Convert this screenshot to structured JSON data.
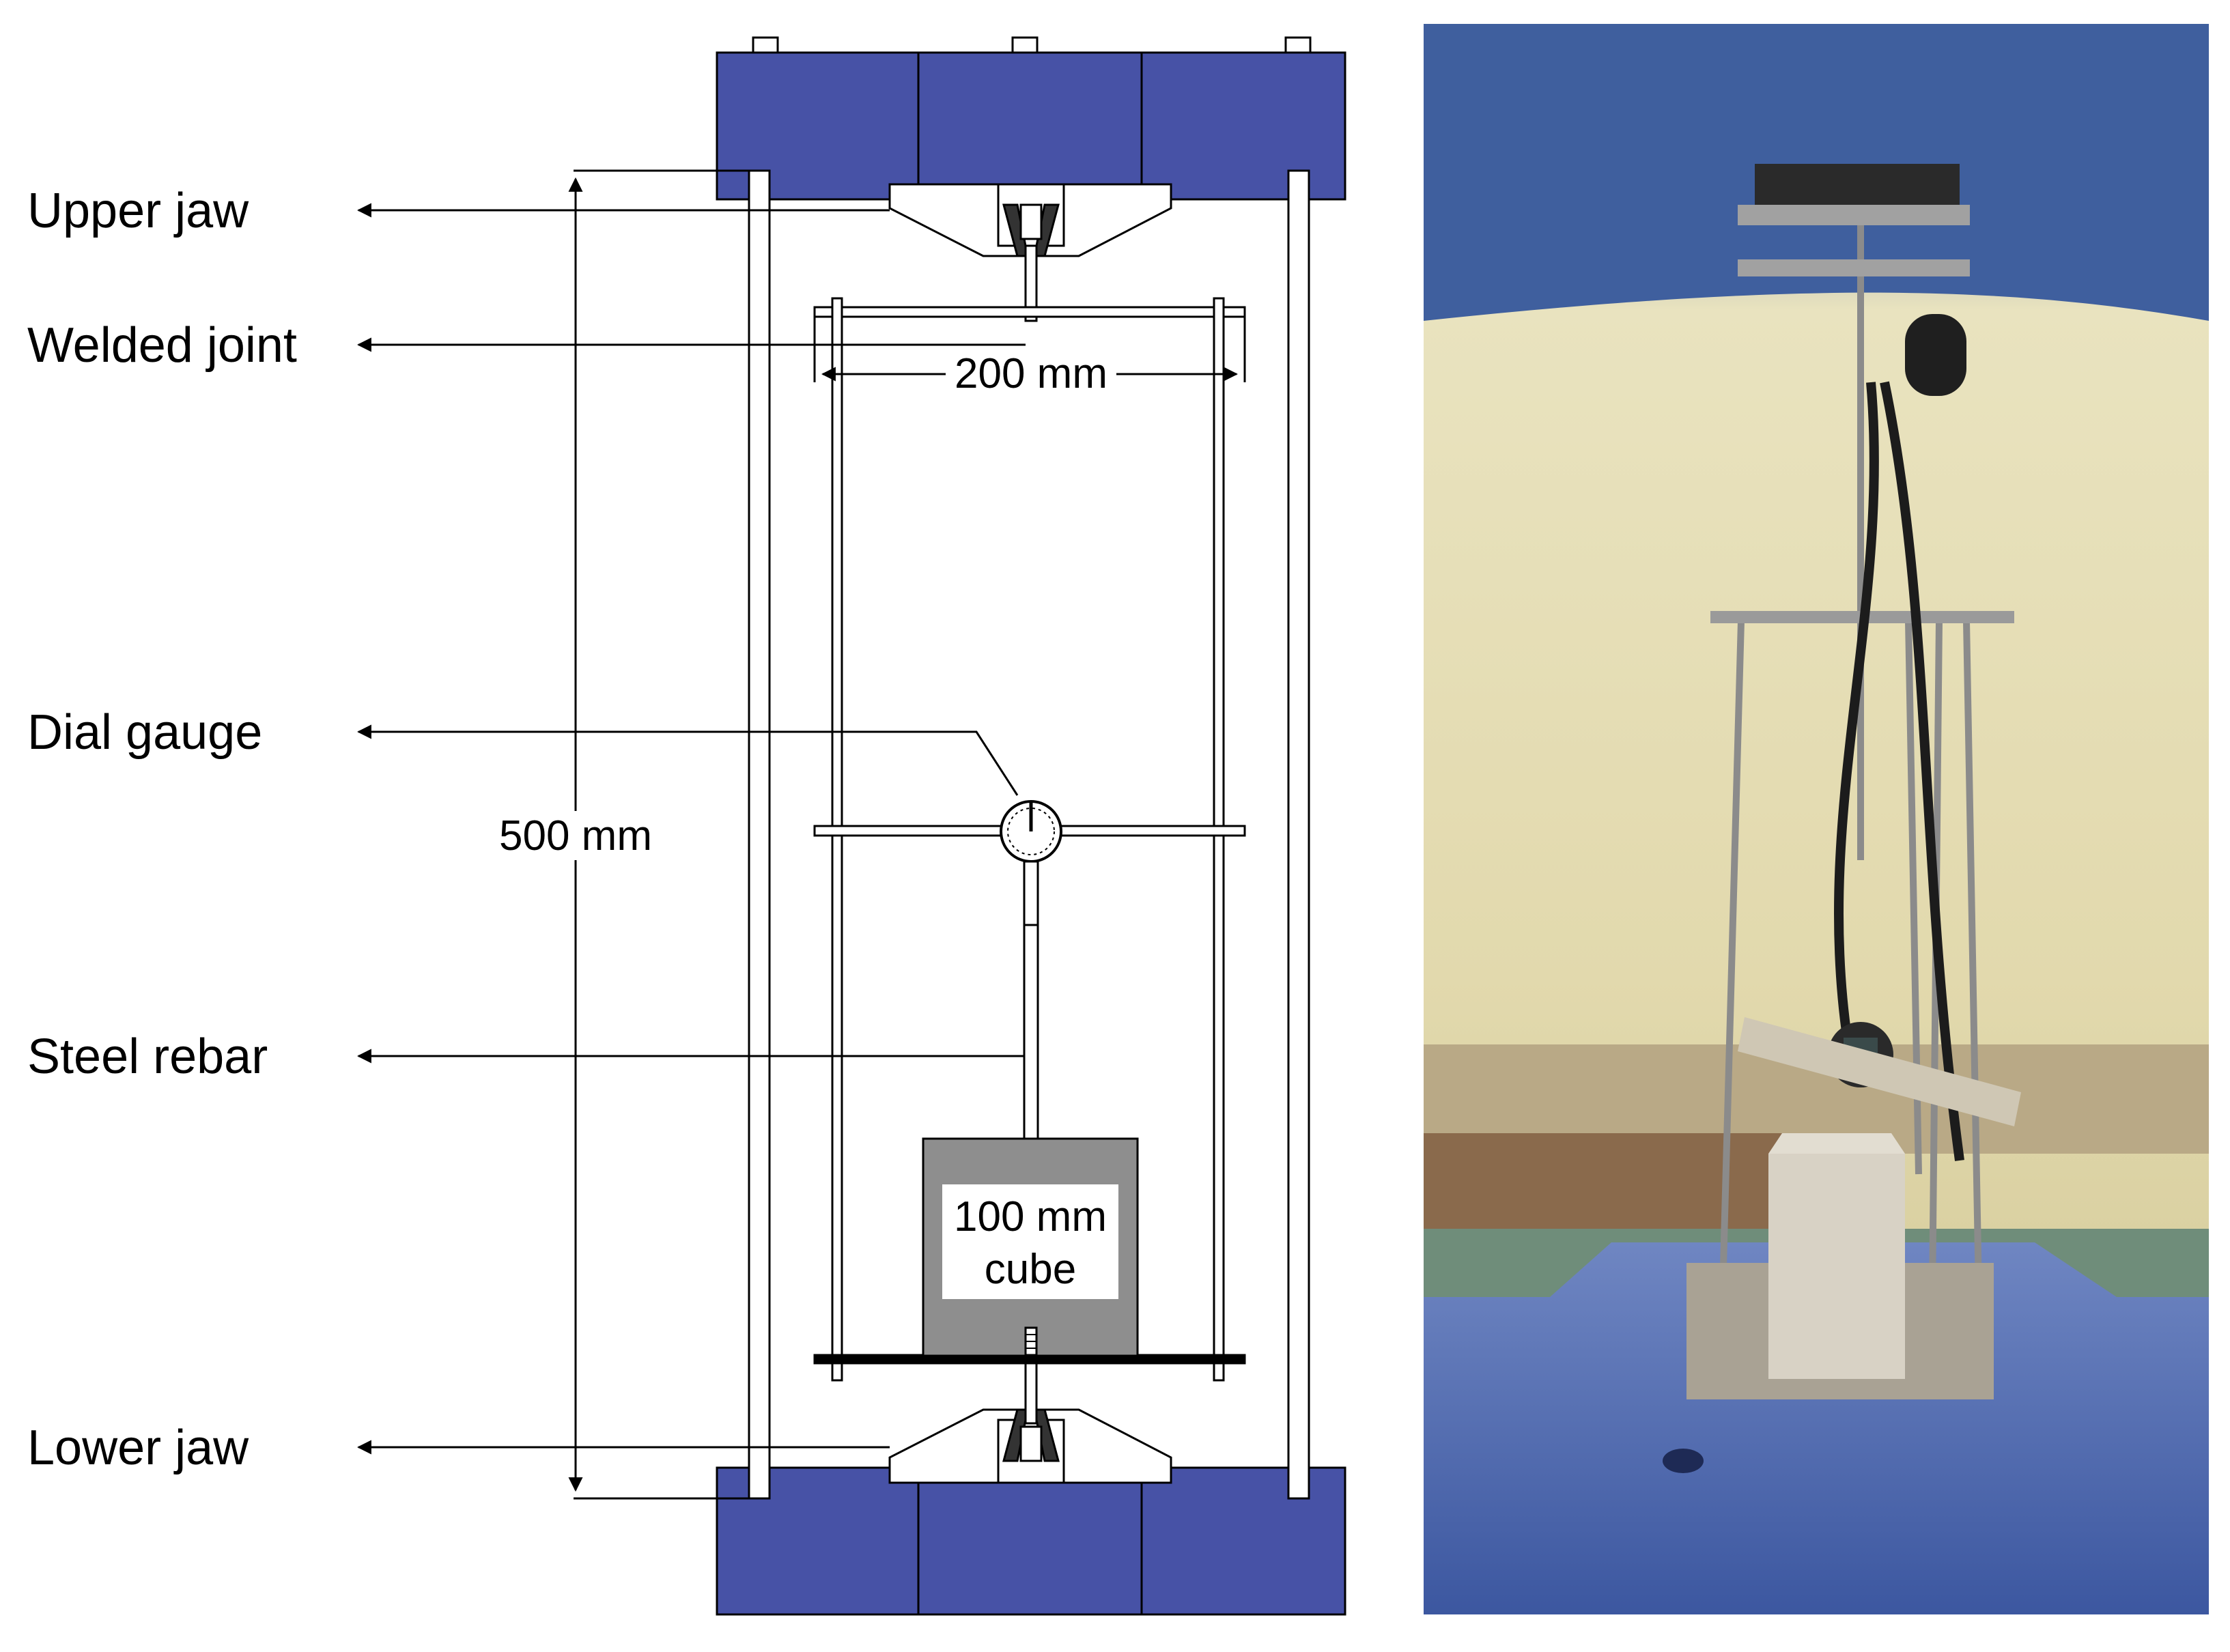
{
  "labels": {
    "upper_jaw": "Upper jaw",
    "welded_joint": "Welded joint",
    "dial_gauge": "Dial gauge",
    "steel_rebar": "Steel rebar",
    "lower_jaw": "Lower jaw"
  },
  "dimensions": {
    "width": "200 mm",
    "height": "500 mm"
  },
  "cube": {
    "line1": "100 mm",
    "line2": "cube"
  },
  "colors": {
    "jaw_blue": "#4752A6",
    "cube_gray": "#8E8E8E",
    "line": "#000000"
  }
}
